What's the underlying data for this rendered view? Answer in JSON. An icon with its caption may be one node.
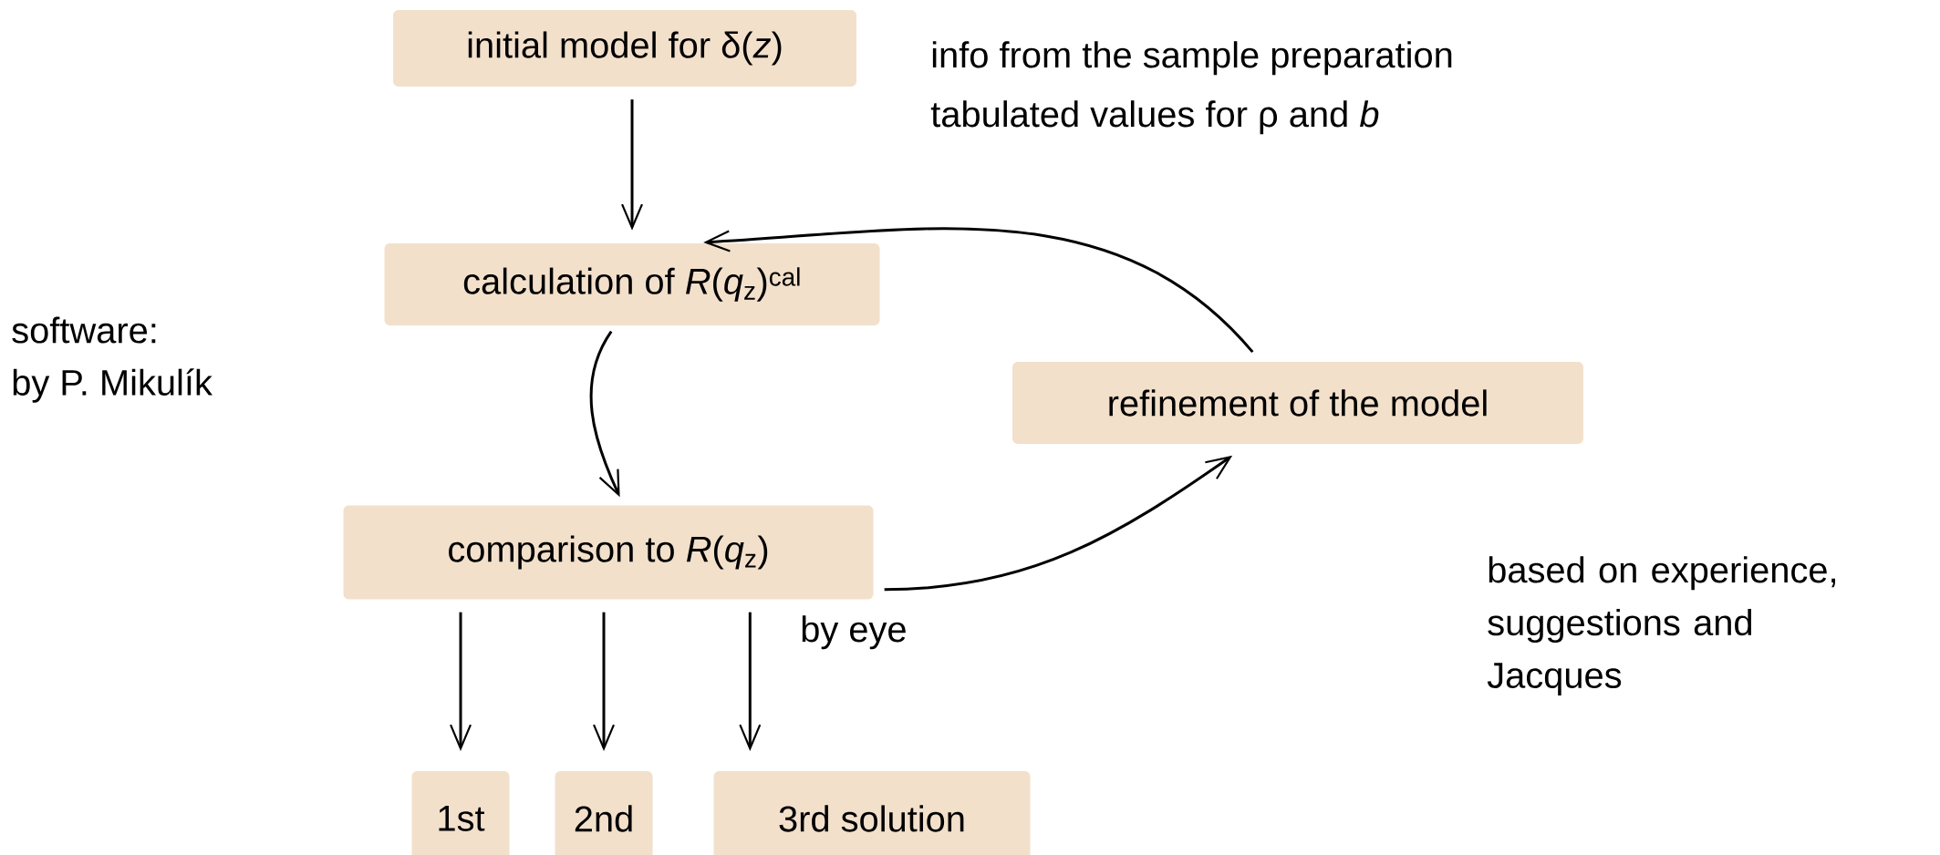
{
  "diagram": {
    "nodes": [
      {
        "text": [
          "initial model for δ(*z*)"
        ],
        "beside": [
          "info from the sample preparation",
          "tabulated values for ρ and *b*"
        ]
      },
      {
        "text": [
          "calculation of *R*(*q*$_{z}$)$^{cal}$"
        ]
      },
      {
        "text": [
          "refinement of the model"
        ],
        "beside": [
          "based on experience, suggestions and Jacques"
        ]
      },
      {
        "text": [
          "comparison to *R*(*q*$_{z}$)"
        ],
        "beside": [
          "by eye"
        ]
      },
      {
        "text": [
          "1st"
        ]
      },
      {
        "text": [
          "2nd"
        ]
      },
      {
        "text": [
          "3rd solution"
        ]
      }
    ],
    "edges": [
      {
        "from": 0,
        "to": 1,
        "arrow": "to"
      },
      {
        "from": 1,
        "to": 3,
        "arrow": "to"
      },
      {
        "from": 3,
        "to": 2,
        "arrow": "to"
      },
      {
        "from": 2,
        "to": 1,
        "arrow": "to"
      },
      {
        "from": 3,
        "to": 4,
        "arrow": "to"
      },
      {
        "from": 3,
        "to": 5,
        "arrow": "to"
      },
      {
        "from": 3,
        "to": 6,
        "arrow": "to"
      }
    ],
    "labels": [
      "software:",
      "by P. Mikulík"
    ]
  }
}
